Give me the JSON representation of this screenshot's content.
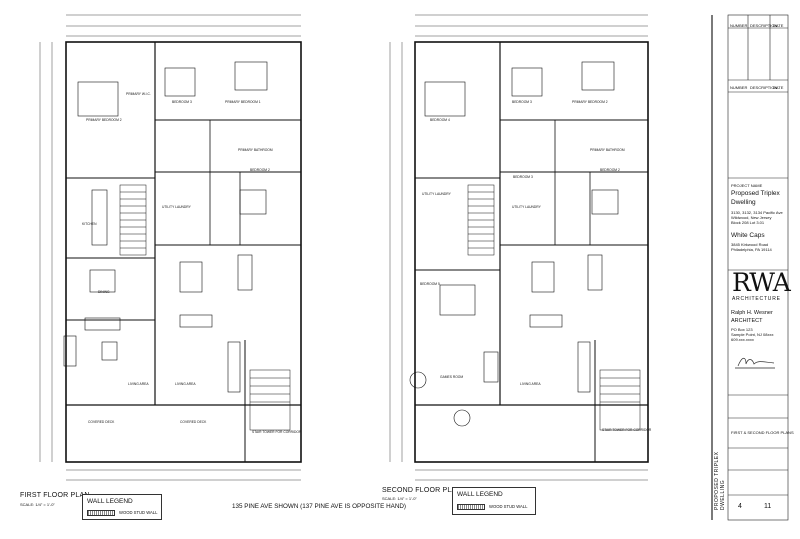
{
  "plans": [
    {
      "title": "FIRST FLOOR PLAN",
      "scale": "SCALE: 1/4\" = 1'-0\"",
      "rooms": [
        "PRIMARY BEDROOM 2",
        "PRIMARY W.I.C.",
        "BEDROOM 3",
        "PRIMARY BEDROOM 1",
        "PRIMARY BATHROOM",
        "BEDROOM 2",
        "KITCHEN",
        "UTILITY LAUNDRY",
        "DINING",
        "LIVING AREA",
        "LIVING AREA",
        "COVERED DECK",
        "COVERED DECK",
        "STAIR TOWER FOR CORRIDOR"
      ]
    },
    {
      "title": "SECOND FLOOR PLAN",
      "scale": "SCALE: 1/4\" = 1'-0\"",
      "rooms": [
        "BEDROOM 4",
        "BEDROOM 3",
        "PRIMARY BEDROOM 2",
        "BEDROOM 2",
        "PRIMARY BATHROOM",
        "BEDROOM 3",
        "UTILITY LAUNDRY",
        "UTILITY LAUNDRY",
        "BEDROOM 5",
        "GAMES ROOM",
        "LIVING AREA",
        "STAIR TOWER FOR CORRIDOR"
      ]
    }
  ],
  "legends": [
    {
      "title": "WALL LEGEND",
      "item": "WOOD STUD WALL"
    },
    {
      "title": "WALL LEGEND",
      "item": "WOOD STUD WALL"
    }
  ],
  "note": "135 PINE AVE SHOWN (137 PINE AVE IS OPPOSITE HAND)",
  "title_block": {
    "revisions_header": [
      "NUMBER",
      "DESCRIPTION",
      "DATE"
    ],
    "project_label": "PROJECT NAME",
    "project_name_1": "Proposed Triplex",
    "project_name_2": "Dwelling",
    "address_lines": [
      "3130, 3132, 3134 Pacific Ave",
      "Wildwood, New Jersey",
      "Block 208 Lot 3.01"
    ],
    "client": "White Caps",
    "client_lines": [
      "3845 Kirkwood Road",
      "Philadelphia, PA 19114"
    ],
    "logo": "RWA",
    "logo_sub": "ARCHITECTURE",
    "architect_name": "Ralph H. Wesner",
    "architect_title": "ARCHITECT",
    "architect_lines": [
      "PO Box 123",
      "Sample Point, NJ 08xxx",
      "609.xxx.xxxx"
    ],
    "sheet_title": "FIRST & SECOND FLOOR PLANS",
    "sheet_number": "4",
    "sheet_of": "11",
    "vertical_text": "PROPOSED TRIPLEX DWELLING"
  }
}
